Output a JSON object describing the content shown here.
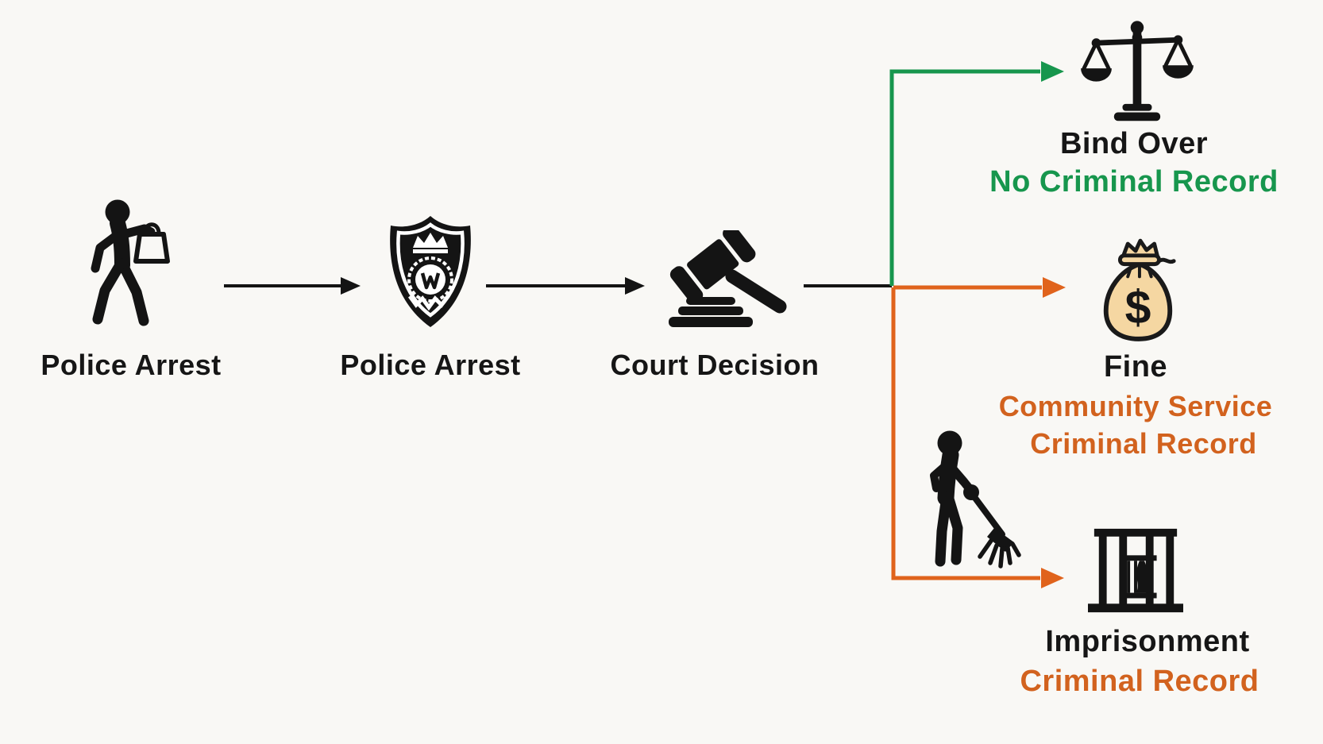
{
  "colors": {
    "background": "#f9f8f5",
    "icon_black": "#141414",
    "text_black": "#161616",
    "green": "#17964d",
    "orange_text": "#d2621e",
    "orange_line": "#e0631c",
    "money_bag_fill": "#f5d7a2",
    "money_bag_outline": "#1a1a1a"
  },
  "flow": {
    "stages": [
      {
        "label": "Police Arrest",
        "icon": "shoplifter-icon"
      },
      {
        "label": "Police Arrest",
        "icon": "police-badge-icon"
      },
      {
        "label": "Court Decision",
        "icon": "gavel-icon"
      }
    ]
  },
  "outcomes": {
    "bind_over": {
      "title": "Bind Over",
      "note": "No Criminal Record",
      "icon": "scales-of-justice-icon",
      "branch_color": "#17964d"
    },
    "fine": {
      "title": "Fine",
      "notes": [
        "Community Service",
        "Criminal Record"
      ],
      "icon": "money-bag-icon",
      "dollar_glyph": "$",
      "branch_color": "#e0631c"
    },
    "imprisonment": {
      "title": "Imprisonment",
      "note": "Criminal Record",
      "icons": [
        "community-service-icon",
        "prison-bars-icon"
      ],
      "branch_color": "#e0631c"
    }
  }
}
